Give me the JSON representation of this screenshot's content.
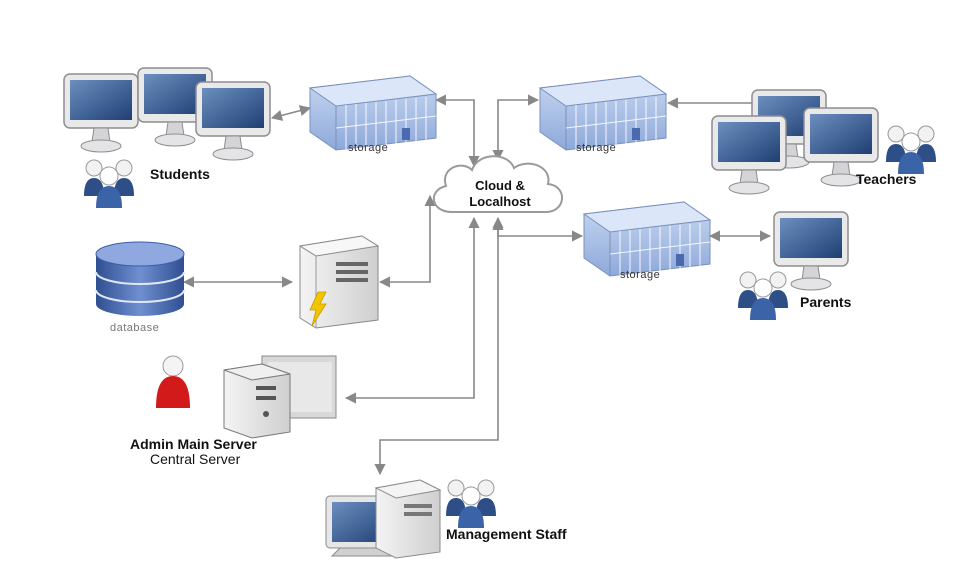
{
  "cloud": {
    "line1": "Cloud &",
    "line2": "Localhost"
  },
  "storage_label": "storage",
  "database_label": "database",
  "groups": {
    "students": "Students",
    "teachers": "Teachers",
    "parents": "Parents",
    "admin_title": "Admin Main Server",
    "admin_subtitle": "Central Server",
    "management": "Management Staff"
  },
  "colors": {
    "screen": "#3a5f93",
    "storage": "#a9bfe6",
    "database": "#4a6ab0",
    "people": "#2d4e87",
    "admin_person": "#d21a1a",
    "connector": "#888888"
  },
  "icons": [
    "monitor-icon",
    "storage-icon",
    "database-icon",
    "server-icon",
    "people-icon",
    "person-icon",
    "cloud-icon",
    "workstation-icon"
  ]
}
